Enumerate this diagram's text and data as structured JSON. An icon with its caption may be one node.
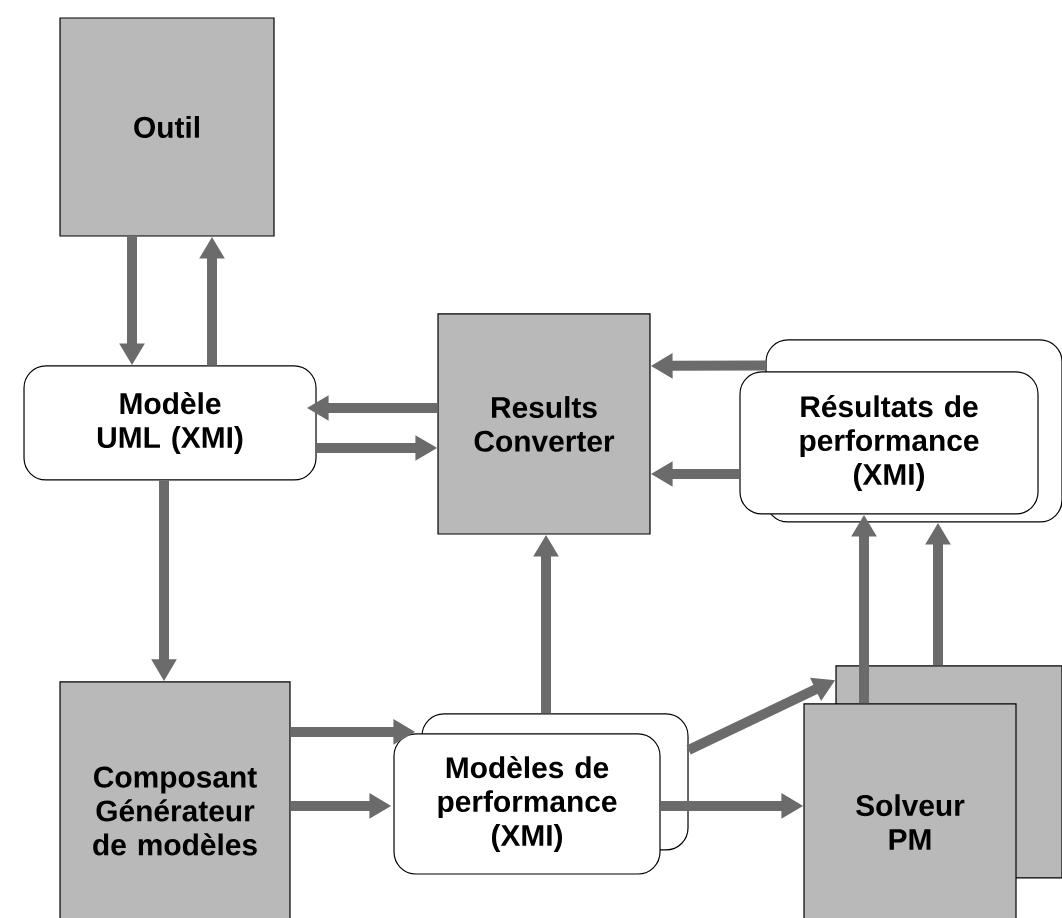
{
  "diagram": {
    "nodes": [
      {
        "text": [
          "Outil"
        ]
      },
      {
        "text": [
          "Modèle UML (XMI)"
        ]
      },
      {
        "text": [
          "Results Converter"
        ]
      },
      {
        "text": [
          "Résultats de performance (XMI)"
        ]
      },
      {
        "text": [
          "Composant Générateur de modèles"
        ]
      },
      {
        "text": [
          "Modèles de performance (XMI)"
        ]
      },
      {
        "text": [
          "Solveur PM"
        ]
      }
    ],
    "edges": [
      {
        "from": 0,
        "to": 1,
        "arrow": "to"
      },
      {
        "from": 1,
        "to": 0,
        "arrow": "to"
      },
      {
        "from": 2,
        "to": 1,
        "arrow": "to"
      },
      {
        "from": 1,
        "to": 2,
        "arrow": "to"
      },
      {
        "from": 3,
        "to": 2,
        "arrow": "to"
      },
      {
        "from": 3,
        "to": 2,
        "arrow": "to"
      },
      {
        "from": 1,
        "to": 4,
        "arrow": "to"
      },
      {
        "from": 4,
        "to": 5,
        "arrow": "to"
      },
      {
        "from": 4,
        "to": 5,
        "arrow": "to"
      },
      {
        "from": 5,
        "to": 2,
        "arrow": "to"
      },
      {
        "from": 5,
        "to": 6,
        "arrow": "to"
      },
      {
        "from": 5,
        "to": 6,
        "arrow": "to"
      },
      {
        "from": 6,
        "to": 3,
        "arrow": "to"
      },
      {
        "from": 6,
        "to": 3,
        "arrow": "to"
      }
    ]
  }
}
